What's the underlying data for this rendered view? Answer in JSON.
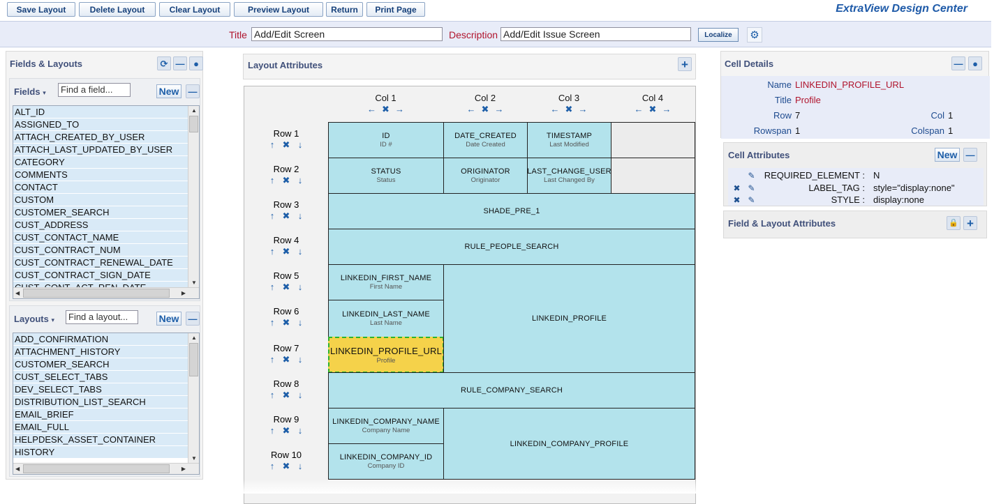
{
  "toolbar": {
    "buttons": [
      "Save Layout",
      "Delete Layout",
      "Clear Layout",
      "Preview Layout",
      "Return",
      "Print Page"
    ],
    "brand": "ExtraView Design Center"
  },
  "header": {
    "title_label": "Title",
    "title_value": "Add/Edit Screen",
    "description_label": "Description",
    "description_value": "Add/Edit Issue Screen",
    "localize_label": "Localize"
  },
  "left": {
    "title": "Fields & Layouts",
    "fields": {
      "heading": "Fields",
      "search_placeholder": "Find a field...",
      "new_label": "New",
      "items": [
        "ALT_ID",
        "ASSIGNED_TO",
        "ATTACH_CREATED_BY_USER",
        "ATTACH_LAST_UPDATED_BY_USER",
        "CATEGORY",
        "COMMENTS",
        "CONTACT",
        "CUSTOM",
        "CUSTOMER_SEARCH",
        "CUST_ADDRESS",
        "CUST_CONTACT_NAME",
        "CUST_CONTRACT_NUM",
        "CUST_CONTRACT_RENEWAL_DATE",
        "CUST_CONTRACT_SIGN_DATE",
        "CUST_CONT_ACT_REN_DATE"
      ]
    },
    "layouts": {
      "heading": "Layouts",
      "search_placeholder": "Find a layout...",
      "new_label": "New",
      "items": [
        "ADD_CONFIRMATION",
        "ATTACHMENT_HISTORY",
        "CUSTOMER_SEARCH",
        "CUST_SELECT_TABS",
        "DEV_SELECT_TABS",
        "DISTRIBUTION_LIST_SEARCH",
        "EMAIL_BRIEF",
        "EMAIL_FULL",
        "HELPDESK_ASSET_CONTAINER",
        "HISTORY"
      ]
    }
  },
  "center": {
    "title": "Layout Attributes",
    "columns": [
      "Col 1",
      "Col 2",
      "Col 3",
      "Col 4"
    ],
    "rows": [
      "Row 1",
      "Row 2",
      "Row 3",
      "Row 4",
      "Row 5",
      "Row 6",
      "Row 7",
      "Row 8",
      "Row 9",
      "Row 10"
    ],
    "cells": {
      "r1c1": {
        "name": "ID",
        "sub": "ID #"
      },
      "r1c2": {
        "name": "DATE_CREATED",
        "sub": "Date Created"
      },
      "r1c3": {
        "name": "TIMESTAMP",
        "sub": "Last Modified"
      },
      "r2c1": {
        "name": "STATUS",
        "sub": "Status"
      },
      "r2c2": {
        "name": "ORIGINATOR",
        "sub": "Originator"
      },
      "r2c3": {
        "name": "LAST_CHANGE_USER",
        "sub": "Last Changed By"
      },
      "r3": {
        "name": "SHADE_PRE_1"
      },
      "r4": {
        "name": "RULE_PEOPLE_SEARCH"
      },
      "r5c1": {
        "name": "LINKEDIN_FIRST_NAME",
        "sub": "First Name"
      },
      "r6c1": {
        "name": "LINKEDIN_LAST_NAME",
        "sub": "Last Name"
      },
      "r7c1": {
        "name": "LINKEDIN_PROFILE_URL",
        "sub": "Profile"
      },
      "r5c2": {
        "name": "LINKEDIN_PROFILE"
      },
      "r8": {
        "name": "RULE_COMPANY_SEARCH"
      },
      "r9c1": {
        "name": "LINKEDIN_COMPANY_NAME",
        "sub": "Company Name"
      },
      "r10c1": {
        "name": "LINKEDIN_COMPANY_ID",
        "sub": "Company ID"
      },
      "r9c2": {
        "name": "LINKEDIN_COMPANY_PROFILE"
      }
    }
  },
  "cell_details": {
    "title": "Cell Details",
    "name_label": "Name",
    "name_value": "LINKEDIN_PROFILE_URL",
    "title_label": "Title",
    "title_value": "Profile",
    "row_label": "Row",
    "row_value": "7",
    "col_label": "Col",
    "col_value": "1",
    "rowspan_label": "Rowspan",
    "rowspan_value": "1",
    "colspan_label": "Colspan",
    "colspan_value": "1"
  },
  "cell_attributes": {
    "title": "Cell Attributes",
    "new_label": "New",
    "items": [
      {
        "key": "REQUIRED_ELEMENT :",
        "value": "N"
      },
      {
        "key": "LABEL_TAG :",
        "value": "style=\"display:none\""
      },
      {
        "key": "STYLE :",
        "value": "display:none"
      }
    ]
  },
  "field_layout_attributes": {
    "title": "Field & Layout Attributes"
  }
}
